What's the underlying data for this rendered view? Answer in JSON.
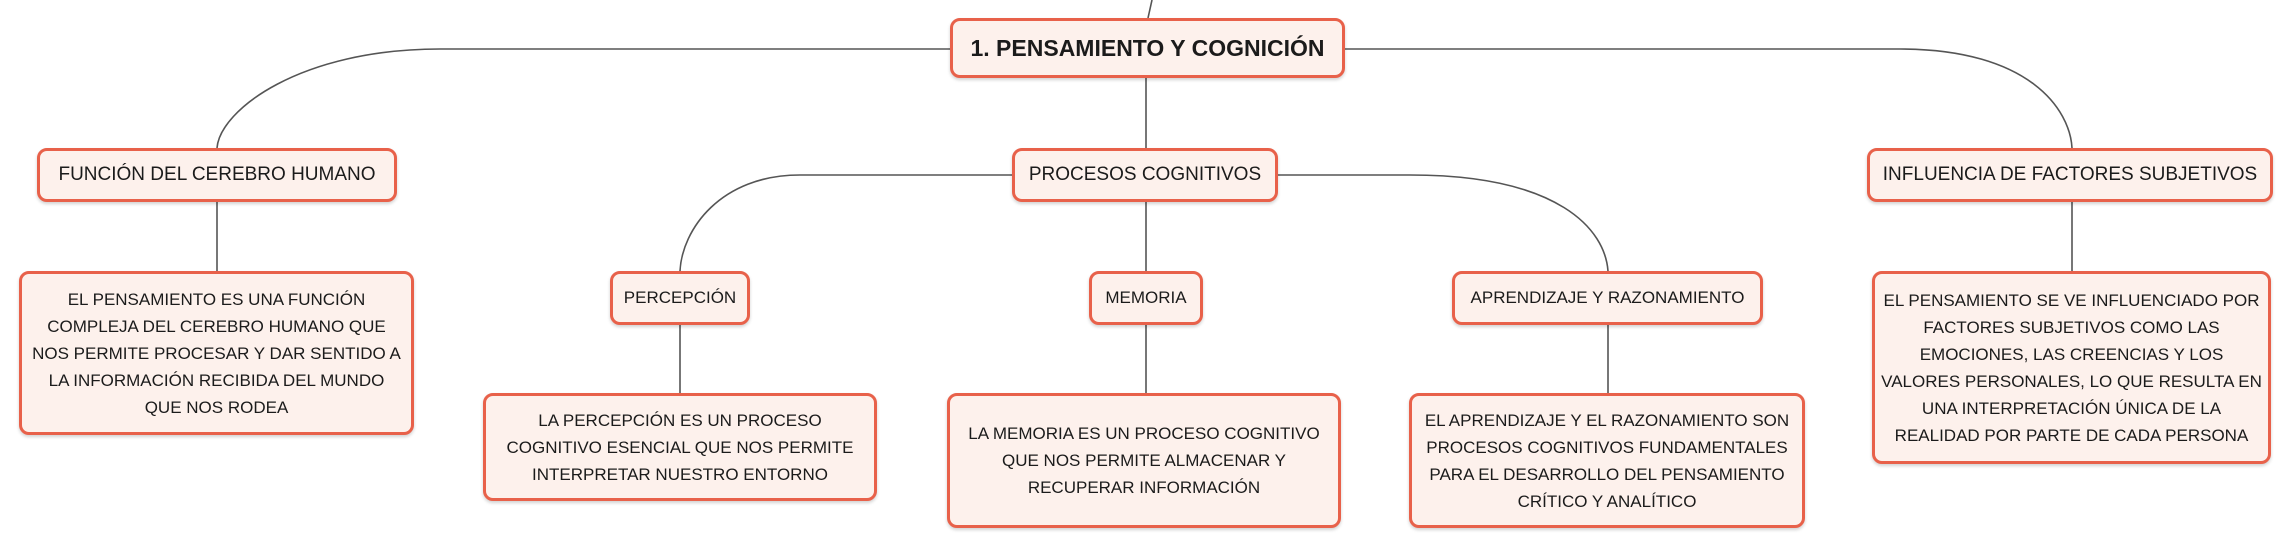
{
  "colors": {
    "border": "#e8614a",
    "fill": "#fdf1ec",
    "line": "#555555"
  },
  "root": {
    "label": "1. PENSAMIENTO Y COGNICIÓN"
  },
  "topics": {
    "brain": {
      "label": "FUNCIÓN DEL CEREBRO HUMANO",
      "desc": "EL PENSAMIENTO ES UNA FUNCIÓN COMPLEJA DEL CEREBRO HUMANO QUE NOS PERMITE PROCESAR Y DAR SENTIDO A LA INFORMACIÓN RECIBIDA DEL MUNDO QUE NOS RODEA"
    },
    "processes": {
      "label": "PROCESOS COGNITIVOS",
      "perception": {
        "label": "PERCEPCIÓN",
        "desc": "LA PERCEPCIÓN ES UN PROCESO COGNITIVO ESENCIAL QUE NOS PERMITE INTERPRETAR NUESTRO ENTORNO"
      },
      "memory": {
        "label": "MEMORIA",
        "desc": "LA MEMORIA ES UN PROCESO COGNITIVO QUE NOS PERMITE ALMACENAR Y RECUPERAR INFORMACIÓN"
      },
      "learning": {
        "label": "APRENDIZAJE Y RAZONAMIENTO",
        "desc": "EL APRENDIZAJE Y EL RAZONAMIENTO SON PROCESOS COGNITIVOS FUNDAMENTALES PARA EL DESARROLLO DEL PENSAMIENTO CRÍTICO Y ANALÍTICO"
      }
    },
    "subjective": {
      "label": "INFLUENCIA DE FACTORES SUBJETIVOS",
      "desc": "EL PENSAMIENTO SE VE INFLUENCIADO POR FACTORES SUBJETIVOS COMO LAS EMOCIONES, LAS CREENCIAS Y LOS VALORES PERSONALES, LO QUE RESULTA EN UNA INTERPRETACIÓN ÚNICA DE LA REALIDAD POR PARTE DE CADA PERSONA"
    }
  }
}
